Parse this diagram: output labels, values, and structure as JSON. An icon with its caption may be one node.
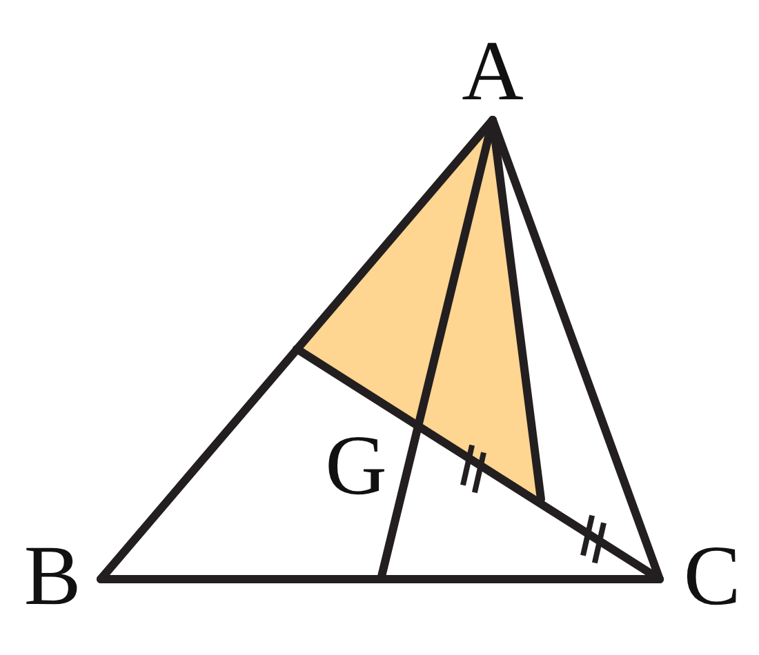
{
  "diagram": {
    "labels": [
      "A",
      "B",
      "C",
      "G"
    ]
  }
}
